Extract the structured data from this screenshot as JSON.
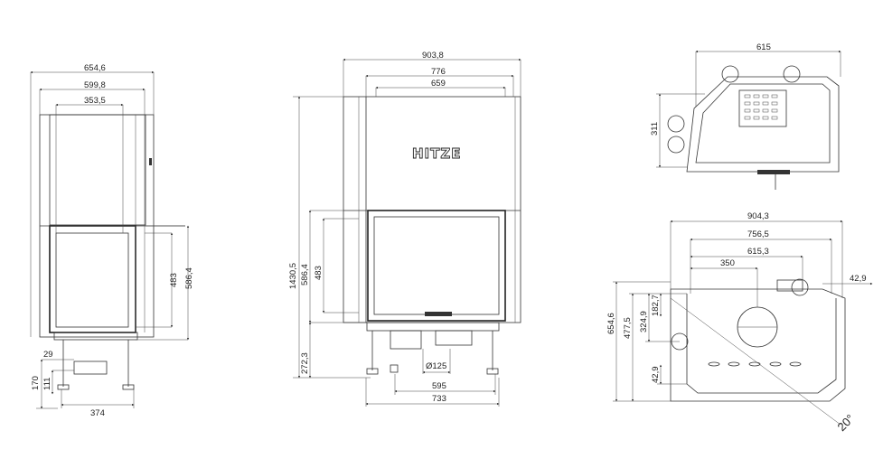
{
  "brand": {
    "logo_text": "HITZE"
  },
  "front_view": {
    "dims": {
      "w_outer": "654,6",
      "w_mid": "599,8",
      "w_inner": "353,5",
      "h_door": "483",
      "h_door_total": "586,4",
      "h_29": "29",
      "h_170": "170",
      "h_111": "111",
      "w_base": "374"
    }
  },
  "side_view": {
    "dims": {
      "w_total": "903,8",
      "w_776": "776",
      "w_659": "659",
      "h_total": "1430,5",
      "h_door_total": "586,4",
      "h_door": "483",
      "h_legs": "272,3",
      "flue": "Ø125",
      "w_595": "595",
      "w_733": "733"
    }
  },
  "top_view": {
    "dims": {
      "w_615": "615",
      "h_311": "311"
    }
  },
  "plan_view": {
    "dims": {
      "w_904": "904,3",
      "w_756": "756,5",
      "w_615": "615,3",
      "w_350": "350",
      "offset_42": "42,9",
      "h_654": "654,6",
      "h_477": "477,5",
      "h_324": "324,9",
      "h_182": "182,7",
      "h_42": "42,9",
      "angle": "20°"
    }
  },
  "colors": {
    "line": "#333333",
    "background": "#ffffff"
  }
}
